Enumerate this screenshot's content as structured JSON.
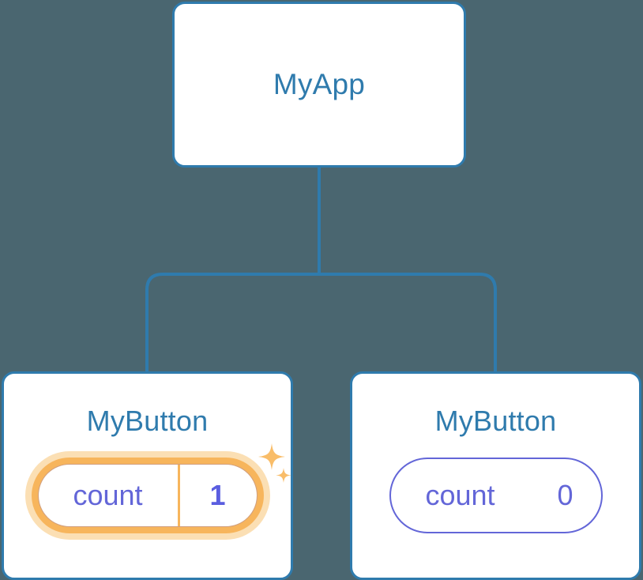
{
  "diagram": {
    "background_color": "#4a6670",
    "node_border_color": "#2f7bad",
    "node_title_color": "#2f7bad",
    "connector_color": "#2f7bad",
    "state_color": "#6366d8",
    "highlight_color": "#f7b55c",
    "highlight_glow_color": "#fbdfb4",
    "root": {
      "title": "MyApp"
    },
    "children": [
      {
        "title": "MyButton",
        "state_key": "count",
        "state_value": "1",
        "highlighted": true,
        "sparkle_icon": "sparkles-icon"
      },
      {
        "title": "MyButton",
        "state_key": "count",
        "state_value": "0",
        "highlighted": false
      }
    ]
  }
}
